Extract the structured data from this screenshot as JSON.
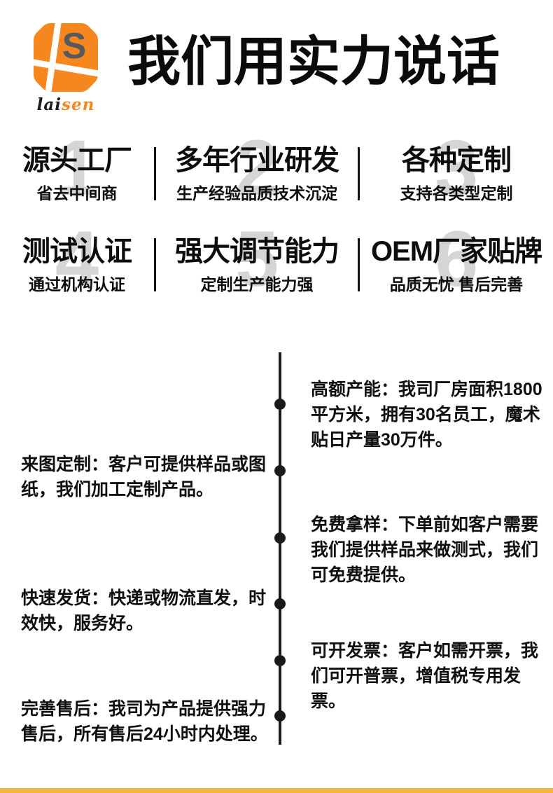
{
  "header": {
    "title": "我们用实力说话",
    "logo": {
      "letter": "S",
      "brand_black": "lai",
      "brand_orange": "sen"
    }
  },
  "colors": {
    "logo_orange": "#f6871f",
    "logo_letter_gray": "#58595b",
    "number_gray": "#d5d5d5",
    "text_black": "#0d0d0d",
    "footer_bar_orange": "#f5b440"
  },
  "features": {
    "items": [
      {
        "number": "1",
        "title": "源头工厂",
        "subtitle": "省去中间商"
      },
      {
        "number": "2",
        "title": "多年行业研发",
        "subtitle": "生产经验品质技术沉淀"
      },
      {
        "number": "3",
        "title": "各种定制",
        "subtitle": "支持各类型定制"
      },
      {
        "number": "4",
        "title": "测试认证",
        "subtitle": "通过机构认证"
      },
      {
        "number": "5",
        "title": "强大调节能力",
        "subtitle": "定制生产能力强"
      },
      {
        "number": "6",
        "title": "OEM厂家贴牌",
        "subtitle": "品质无忧 售后完善"
      }
    ]
  },
  "timeline": {
    "items": [
      {
        "side": "right",
        "label": "高额产能：",
        "body": "我司厂房面积1800平方米，拥有30名员工，魔术贴日产量30万件。"
      },
      {
        "side": "left",
        "label": "来图定制：",
        "body": "客户可提供样品或图纸，我们加工定制产品。"
      },
      {
        "side": "right",
        "label": "免费拿样：",
        "body": "下单前如客户需要我们提供样品来做测式，我们可免费提供。"
      },
      {
        "side": "left",
        "label": "快速发货：",
        "body": "快递或物流直发，时效快，服务好。"
      },
      {
        "side": "right",
        "label": "可开发票：",
        "body": "客户如需开票，我们可开普票，增值税专用发票。"
      },
      {
        "side": "left",
        "label": "完善售后：",
        "body": "我司为产品提供强力售后，所有售后24小时内处理。"
      }
    ]
  }
}
